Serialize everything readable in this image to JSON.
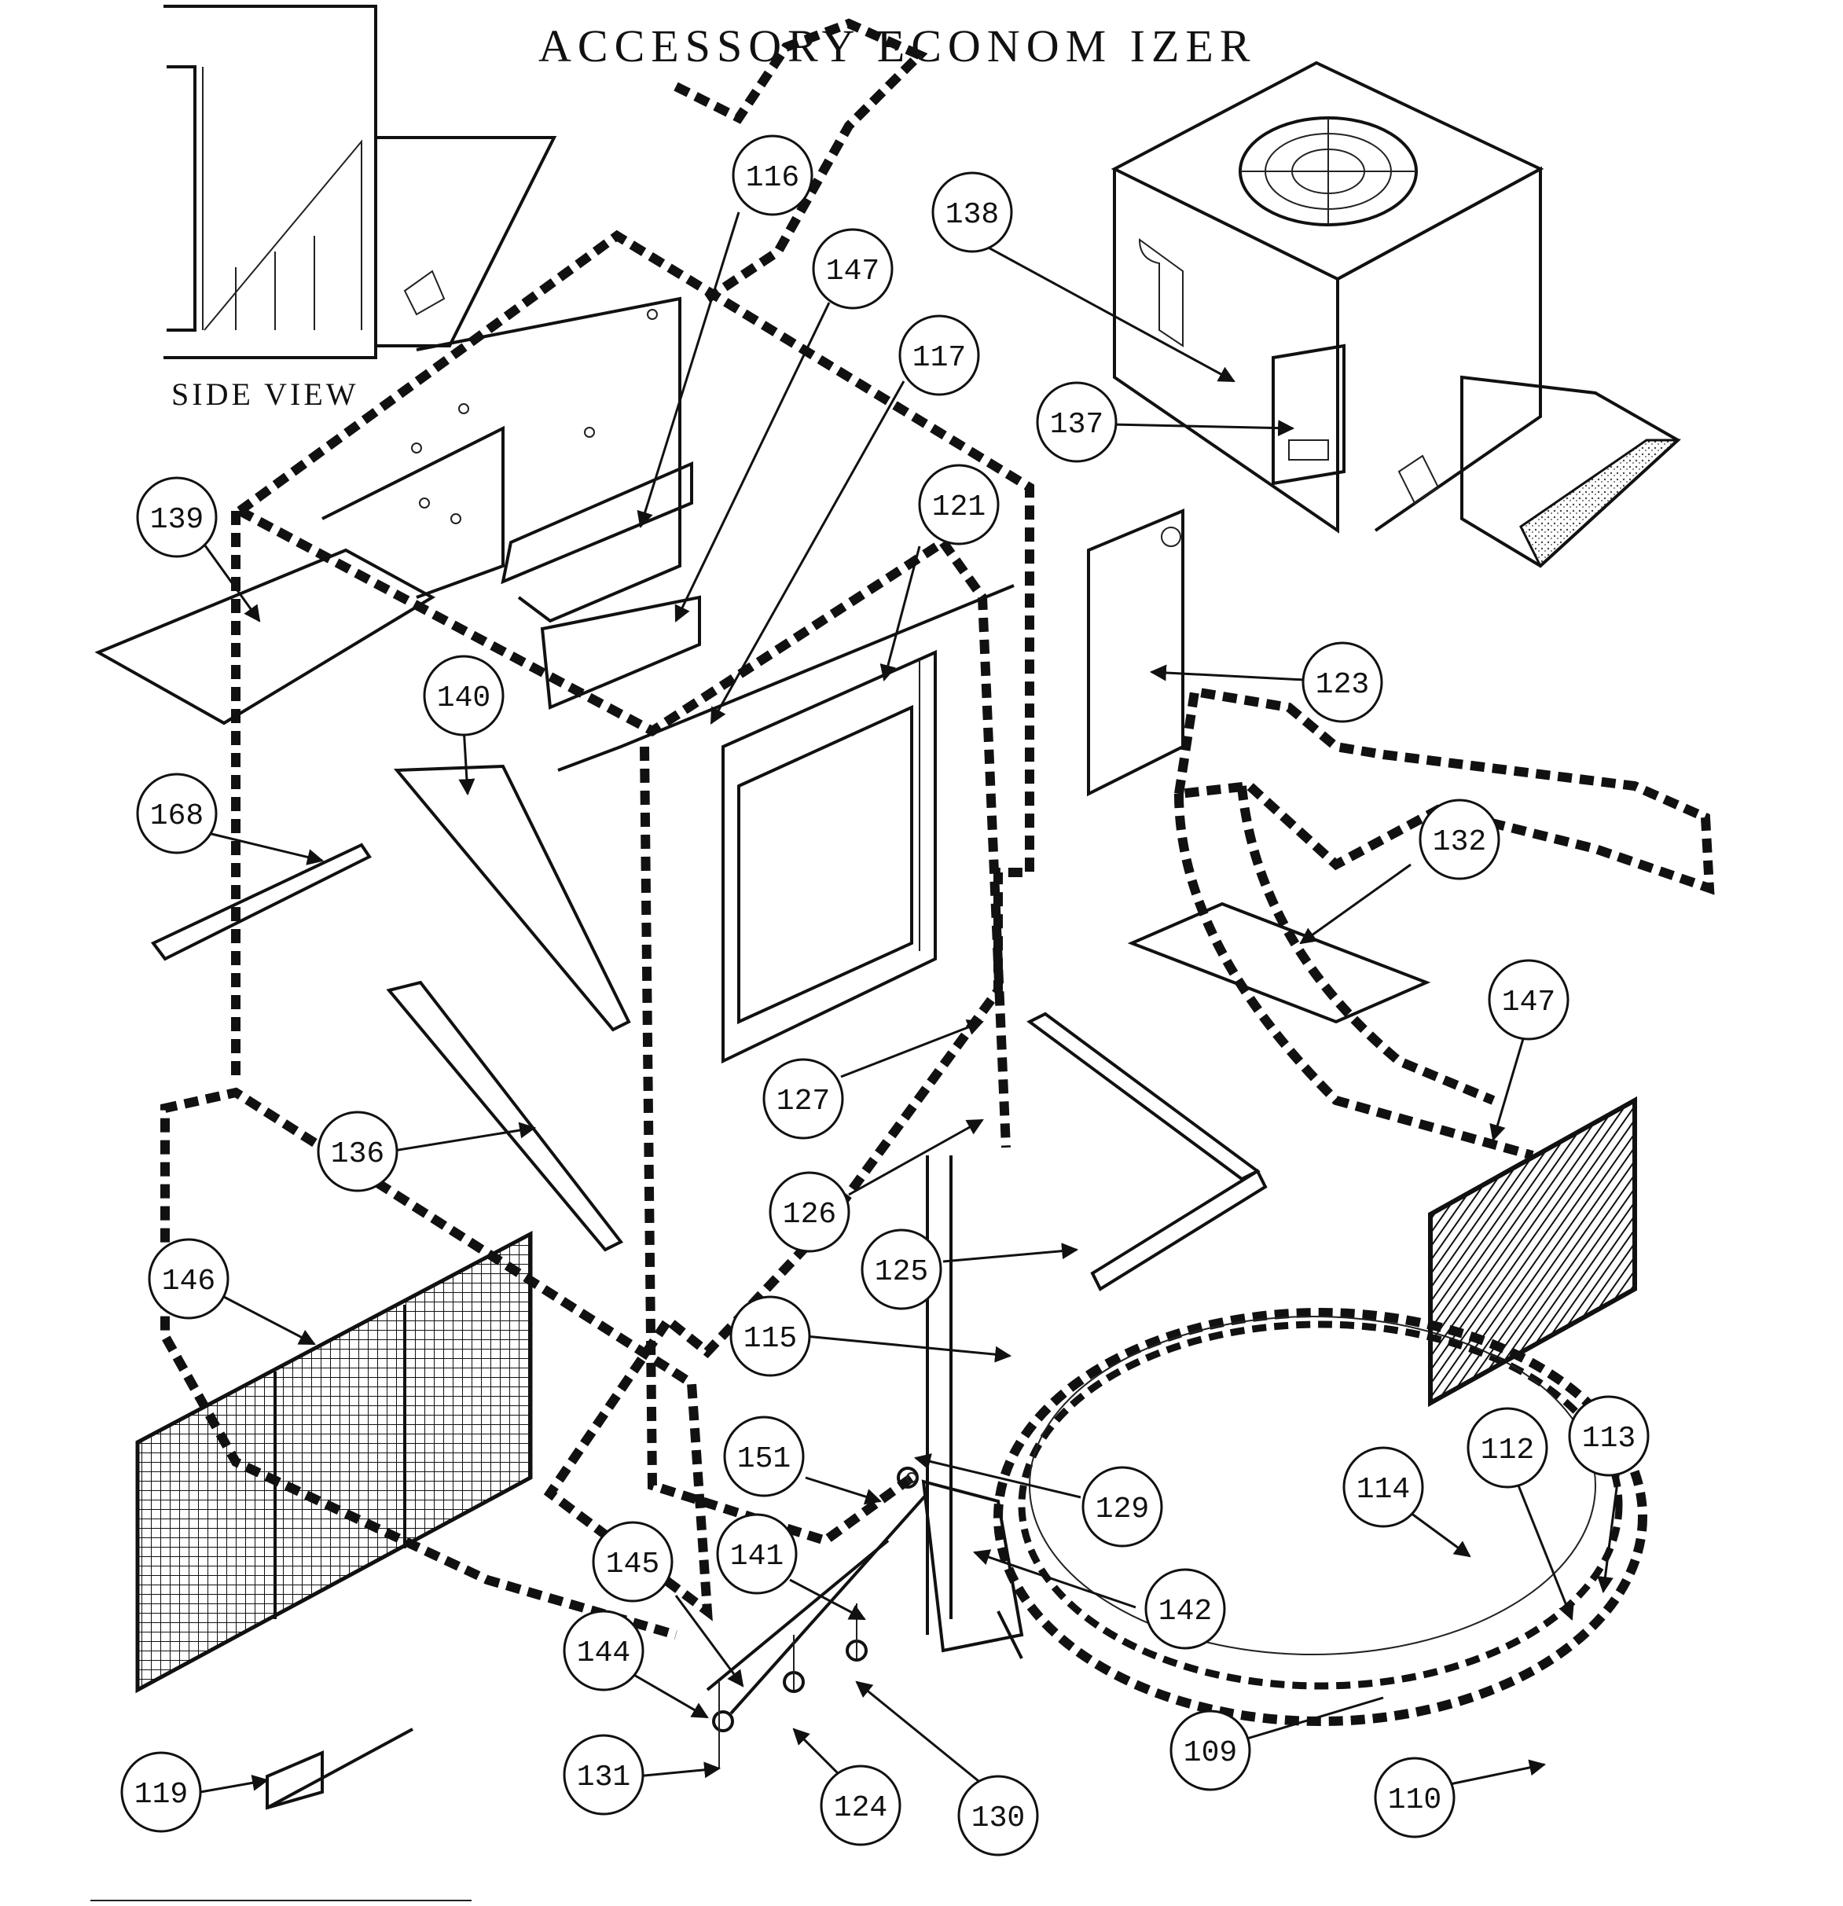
{
  "title": "ACCESSORY ECONOM IZER",
  "side_view_label": "SIDE VIEW",
  "callouts": [
    "116",
    "147",
    "117",
    "138",
    "137",
    "139",
    "121",
    "123",
    "140",
    "132",
    "168",
    "147",
    "127",
    "136",
    "126",
    "125",
    "146",
    "115",
    "151",
    "129",
    "114",
    "112",
    "113",
    "145",
    "141",
    "142",
    "144",
    "109",
    "131",
    "124",
    "130",
    "110",
    "119"
  ]
}
